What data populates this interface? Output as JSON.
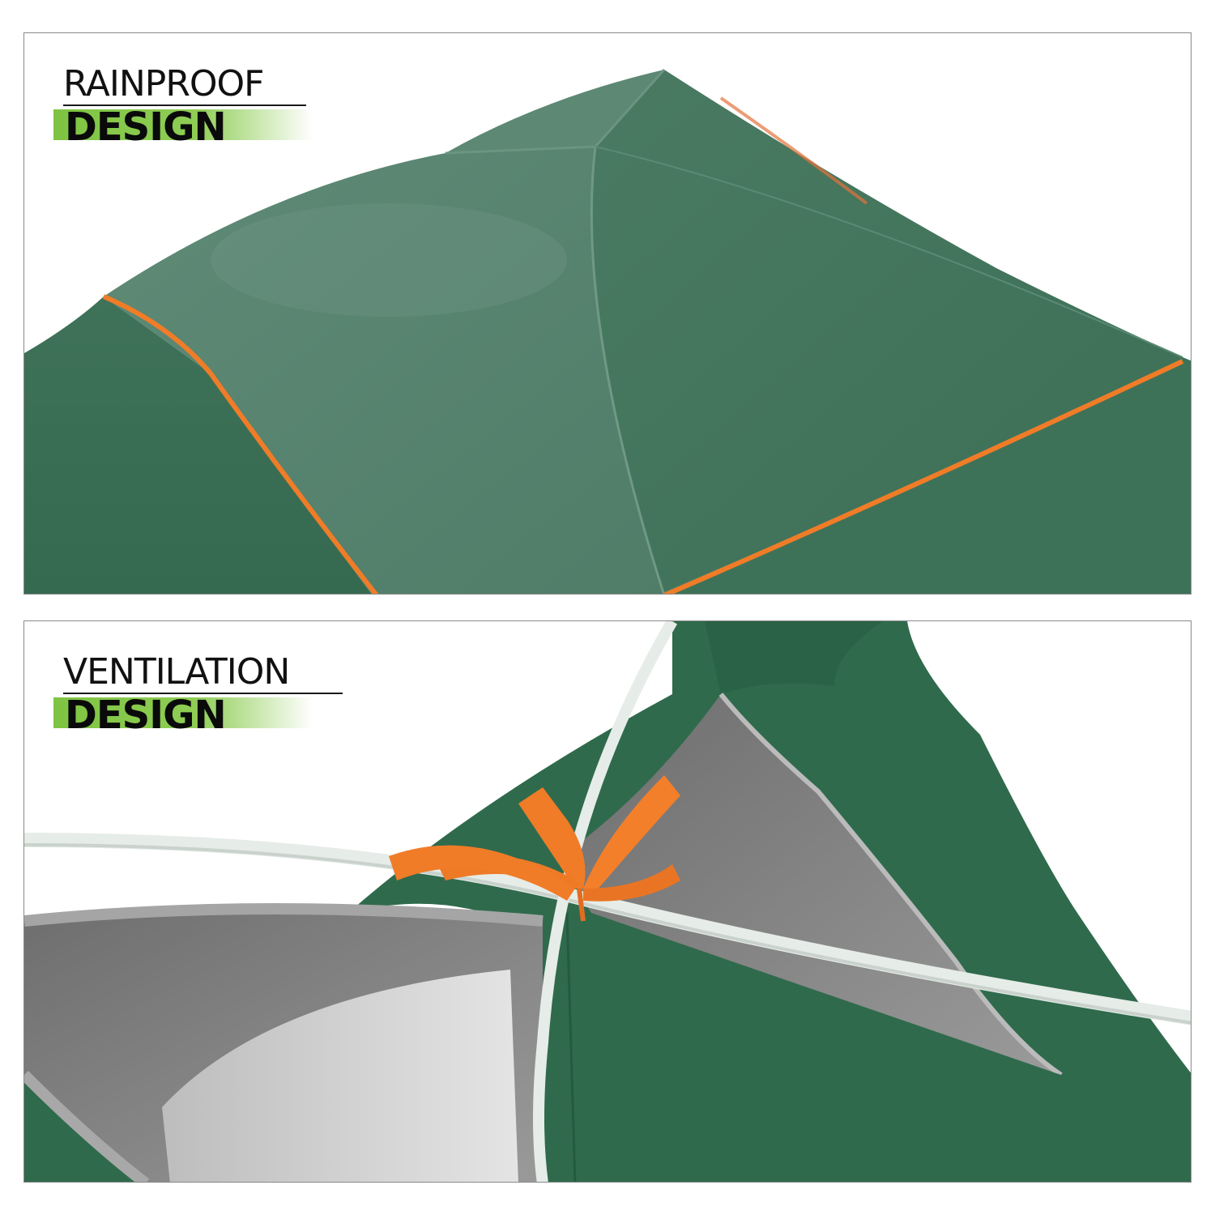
{
  "panels": [
    {
      "caption_line1": "RAINPROOF",
      "caption_line2": "DESIGN"
    },
    {
      "caption_line1": "VENTILATION",
      "caption_line2": "DESIGN"
    }
  ],
  "colors": {
    "tent_green": "#4e7b66",
    "tent_green_dark": "#2f6a4c",
    "trim_orange": "#f07c28",
    "mesh_gray": "#8f8f8f",
    "pole_white": "#e6ece7",
    "accent_green": "#7ec442"
  }
}
